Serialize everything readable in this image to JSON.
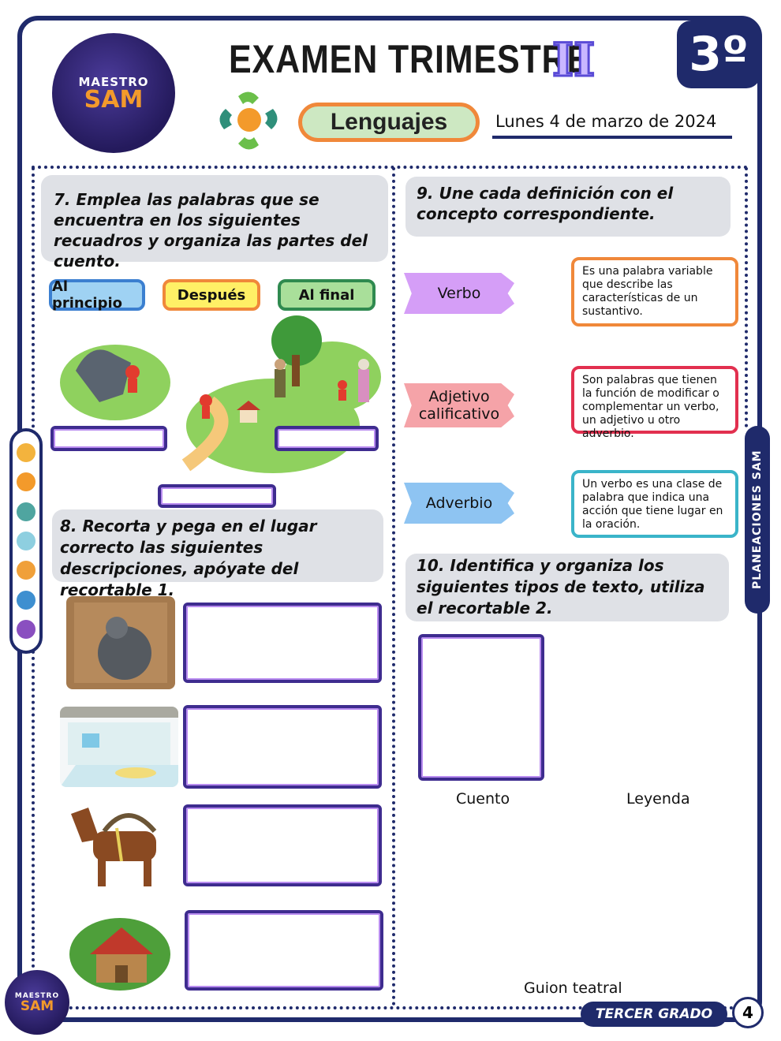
{
  "header": {
    "title": "EXAMEN TRIMESTRE",
    "trimester": "II",
    "grade": "3º",
    "subject": "Lenguajes",
    "date": "Lunes 4 de marzo de 2024",
    "logo": {
      "top": "MAESTRO",
      "bottom": "SAM"
    }
  },
  "q7": {
    "prompt": "7. Emplea las palabras que se encuentra en los siguientes recuadros y organiza las partes del cuento.",
    "labels": [
      "Al principio",
      "Después",
      "Al final"
    ]
  },
  "q8": {
    "prompt": "8. Recorta y pega en el lugar correcto las siguientes descripciones, apóyate del recortable 1."
  },
  "q9": {
    "prompt": "9. Une cada definición con el concepto correspondiente.",
    "concepts": [
      "Verbo",
      "Adjetivo calificativo",
      "Adverbio"
    ],
    "definitions": [
      "Es  una palabra variable que describe las características de un sustantivo.",
      "Son palabras que tienen la función de modificar o complementar un verbo, un adjetivo u otro adverbio.",
      "Un verbo es una clase de palabra que indica una acción que tiene lugar en la oración."
    ]
  },
  "q10": {
    "prompt": "10. Identifica y organiza los siguientes tipos de texto, utiliza el recortable 2.",
    "types": [
      "Cuento",
      "Leyenda",
      "Guion teatral"
    ]
  },
  "side_label": "PLANEACIONES SAM",
  "footer": {
    "grade_label": "TERCER GRADO",
    "page": "4"
  },
  "colors": {
    "navy": "#1f2a6b",
    "orange": "#f0883a",
    "green_bg": "#cde8c2",
    "purple": "#3e2c8f",
    "question_bg": "#dfe1e6"
  }
}
